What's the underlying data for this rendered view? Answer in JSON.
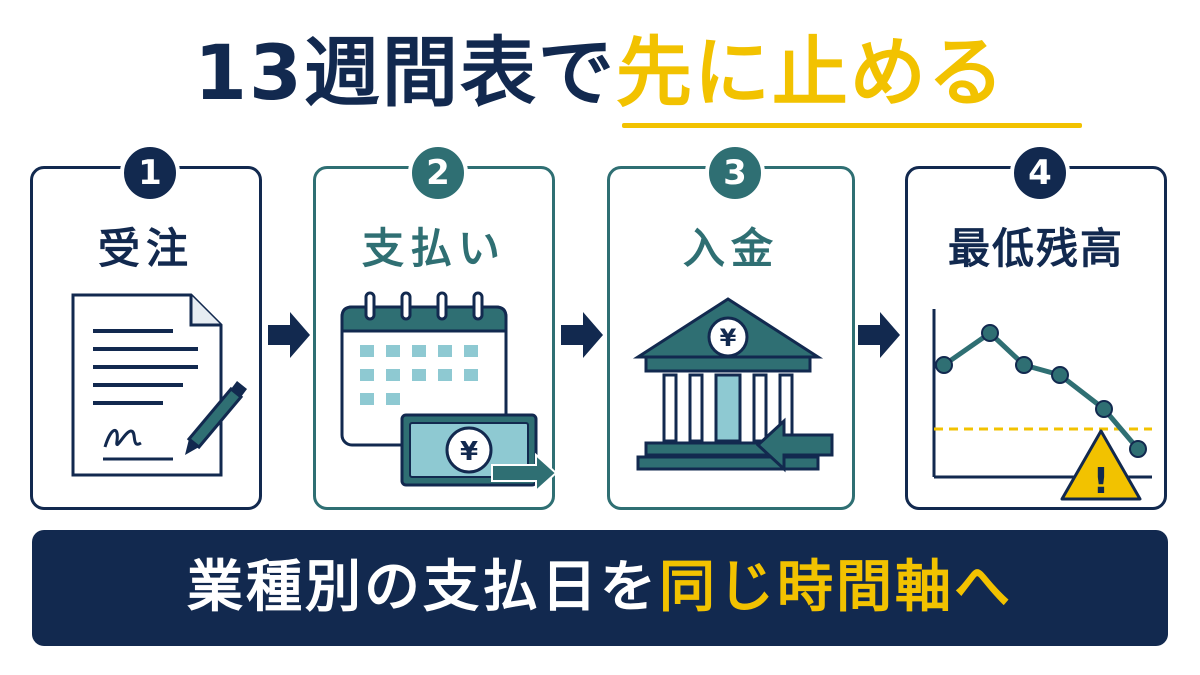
{
  "title": {
    "part1": "13週間表で",
    "part2": "先に止める"
  },
  "steps": [
    {
      "number": "1",
      "label": "受注",
      "icon": "contract-signature-icon"
    },
    {
      "number": "2",
      "label": "支払い",
      "icon": "calendar-payment-icon"
    },
    {
      "number": "3",
      "label": "入金",
      "icon": "bank-deposit-icon"
    },
    {
      "number": "4",
      "label": "最低残高",
      "icon": "balance-chart-warning-icon"
    }
  ],
  "currency_symbol": "¥",
  "warning_symbol": "!",
  "banner": {
    "part1": "業種別の支払日を",
    "part2": "同じ時間軸へ"
  },
  "colors": {
    "navy": "#12294f",
    "teal": "#2f6f73",
    "yellow": "#f2c200",
    "light_teal": "#8ec9d2"
  }
}
